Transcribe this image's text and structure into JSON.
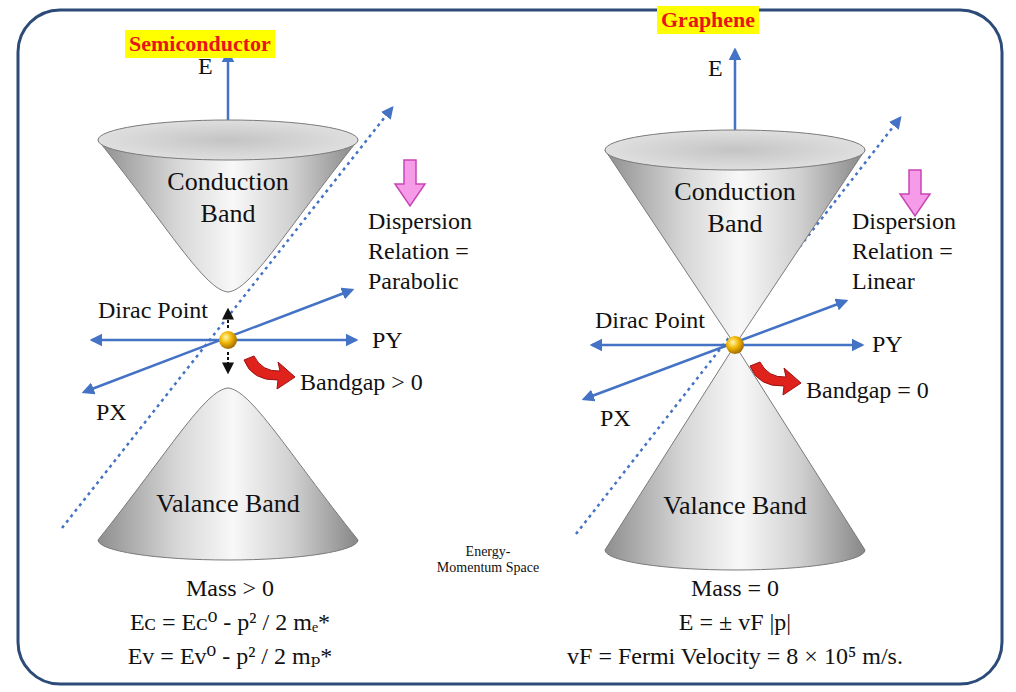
{
  "diagram": {
    "nodes": [
      {
        "text": [
          "Semiconductor"
        ]
      },
      {
        "text": [
          "Conduction Band"
        ]
      },
      {
        "text": [
          "Valance Band"
        ]
      },
      {
        "text": [
          "Graphene"
        ]
      },
      {
        "text": [
          "Conduction Band"
        ]
      },
      {
        "text": [
          "Valance Band"
        ]
      }
    ],
    "labels": [
      "E",
      "Dispersion Relation = Parabolic",
      "Dirac Point",
      "PY",
      "PX",
      "Bandgap > 0",
      "Mass > 0",
      "Eᴄ = Eᴄ⁰ - p² / 2 mₑ*",
      "Eᴠ = Eᴠ⁰ - p² / 2 mₚ*",
      "E",
      "Dispersion Relation = Linear",
      "Dirac Point",
      "PY",
      "PX",
      "Bandgap = 0",
      "Energy- Momentum Space",
      "Mass = 0",
      "E = ± vF |p|",
      "vF = Fermi Velocity = 8 × 10⁵ m/s."
    ]
  }
}
